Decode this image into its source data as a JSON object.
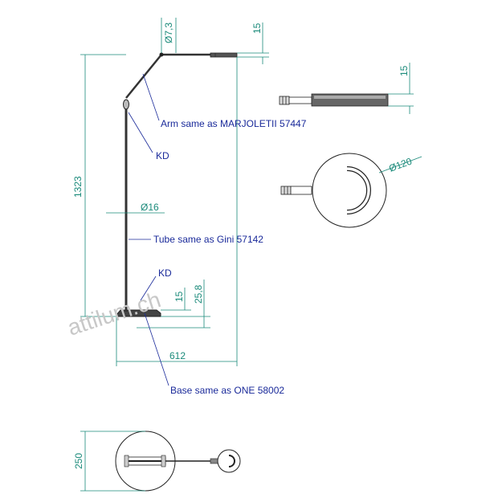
{
  "dimensions": {
    "arm_diameter": "Ø7,3",
    "head_thickness_top": "15",
    "total_height": "1323",
    "tube_diameter": "Ø16",
    "base_15": "15",
    "base_25_8": "25,8",
    "total_width": "612",
    "side_thickness": "15",
    "head_diameter": "Ø120",
    "base_diameter": "250"
  },
  "notes": {
    "arm": "Arm same as MARJOLETII 57447",
    "kd_top": "KD",
    "tube": "Tube same as Gini 57142",
    "kd_bottom": "KD",
    "base": "Base same as ONE 58002"
  },
  "watermark": "attilum.ch",
  "colors": {
    "dimension": "#1a8a7a",
    "annotation": "#1a2a9a",
    "outline": "#222222",
    "watermark": "#c8c8c8"
  }
}
